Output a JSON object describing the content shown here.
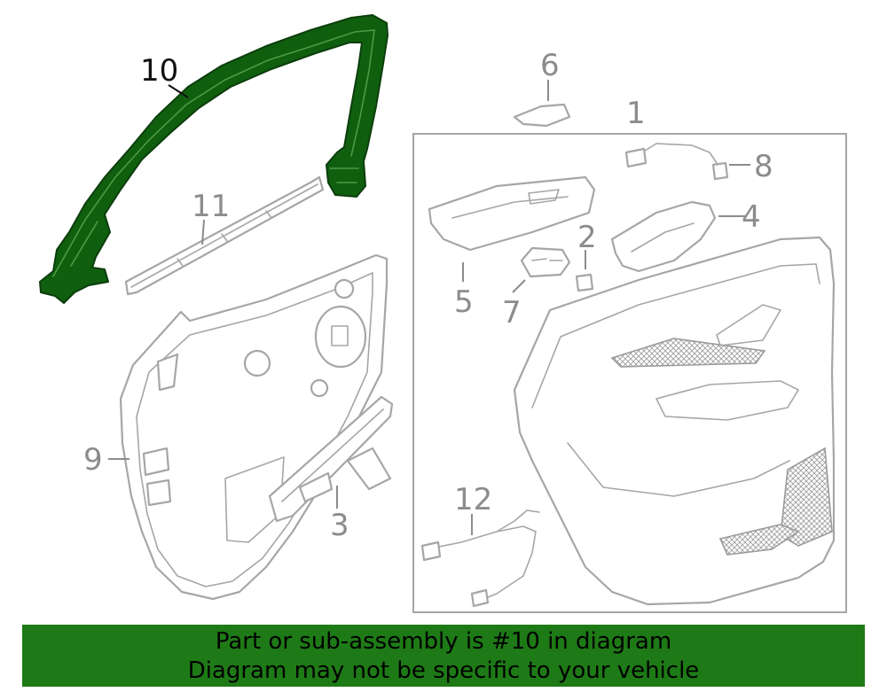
{
  "diagram": {
    "callouts": {
      "c1": "1",
      "c2": "2",
      "c3": "3",
      "c4": "4",
      "c5": "5",
      "c6": "6",
      "c7": "7",
      "c8": "8",
      "c9": "9",
      "c10": "10",
      "c11": "11",
      "c12": "12"
    },
    "highlighted_part": "10",
    "colors": {
      "highlight": "#0f5f0f",
      "banner": "#1e7a16",
      "line_art": "#a6a6a6"
    }
  },
  "banner": {
    "line1": "Part or sub-assembly is #10 in diagram",
    "line2": "Diagram may not be specific to your vehicle"
  }
}
